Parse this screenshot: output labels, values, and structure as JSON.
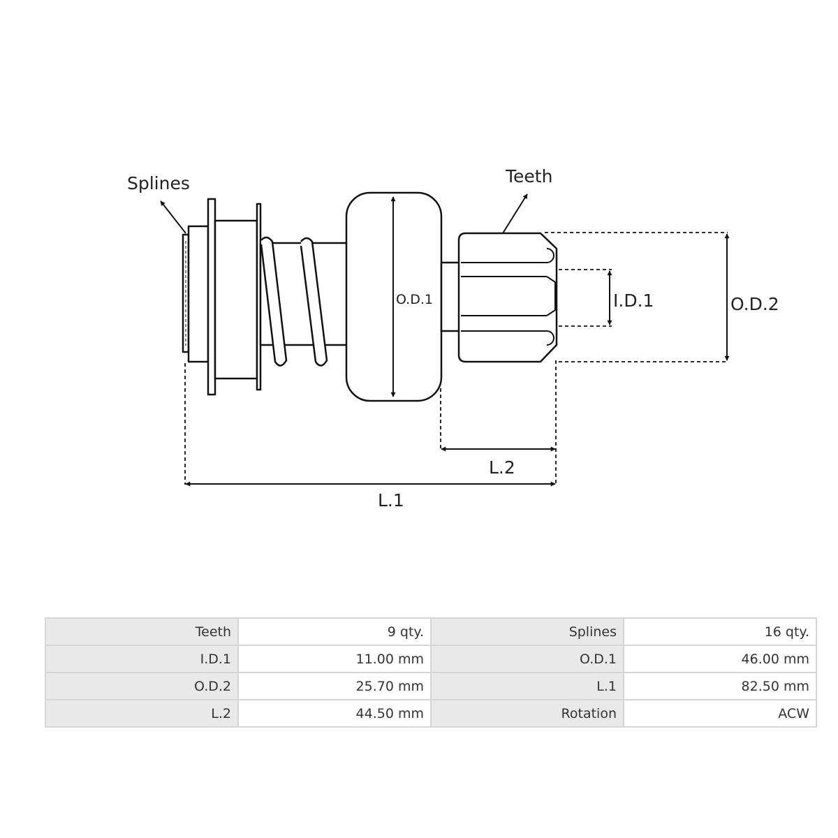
{
  "diagram": {
    "labels": {
      "splines": "Splines",
      "teeth": "Teeth",
      "od1": "O.D.1",
      "id1": "I.D.1",
      "od2": "O.D.2",
      "l1": "L.1",
      "l2": "L.2"
    }
  },
  "specs": {
    "rows": [
      {
        "label_a": "Teeth",
        "value_a": "9 qty.",
        "label_b": "Splines",
        "value_b": "16 qty."
      },
      {
        "label_a": "I.D.1",
        "value_a": "11.00 mm",
        "label_b": "O.D.1",
        "value_b": "46.00 mm"
      },
      {
        "label_a": "O.D.2",
        "value_a": "25.70 mm",
        "label_b": "L.1",
        "value_b": "82.50 mm"
      },
      {
        "label_a": "L.2",
        "value_a": "44.50 mm",
        "label_b": "Rotation",
        "value_b": "ACW"
      }
    ]
  },
  "colors": {
    "stroke": "#111111",
    "label_cell": "#e9e9e9",
    "border": "#d6d6d6"
  }
}
